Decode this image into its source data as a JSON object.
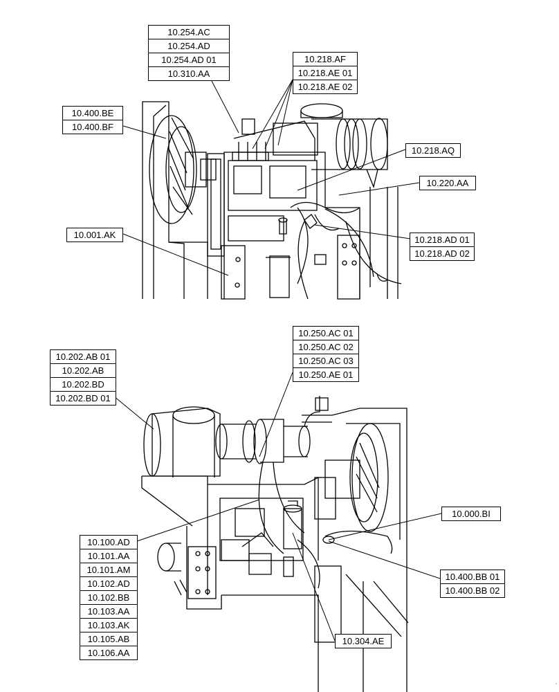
{
  "upper_view": {
    "callouts": [
      {
        "refs": [
          "10.254.AC",
          "10.254.AD",
          "10.254.AD 01",
          "10.310.AA"
        ]
      },
      {
        "refs": [
          "10.218.AF",
          "10.218.AE 01",
          "10.218.AE 02"
        ]
      },
      {
        "refs": [
          "10.400.BE",
          "10.400.BF"
        ]
      },
      {
        "refs": [
          "10.218.AQ"
        ]
      },
      {
        "refs": [
          "10.220.AA"
        ]
      },
      {
        "refs": [
          "10.001.AK"
        ]
      },
      {
        "refs": [
          "10.218.AD 01",
          "10.218.AD 02"
        ]
      }
    ]
  },
  "lower_view": {
    "callouts": [
      {
        "refs": [
          "10.250.AC 01",
          "10.250.AC 02",
          "10.250.AC 03",
          "10.250.AE 01"
        ]
      },
      {
        "refs": [
          "10.202.AB 01",
          "10.202.AB",
          "10.202.BD",
          "10.202.BD 01"
        ]
      },
      {
        "refs": [
          "10.000.BI"
        ]
      },
      {
        "refs": [
          "10.100.AD",
          "10.101.AA",
          "10.101.AM",
          "10.102.AD",
          "10.102.BB",
          "10.103.AA",
          "10.103.AK",
          "10.105.AB",
          "10.106.AA"
        ]
      },
      {
        "refs": [
          "10.400.BB 01",
          "10.400.BB 02"
        ]
      },
      {
        "refs": [
          "10.304.AE"
        ]
      }
    ]
  },
  "corner_mark": "`"
}
